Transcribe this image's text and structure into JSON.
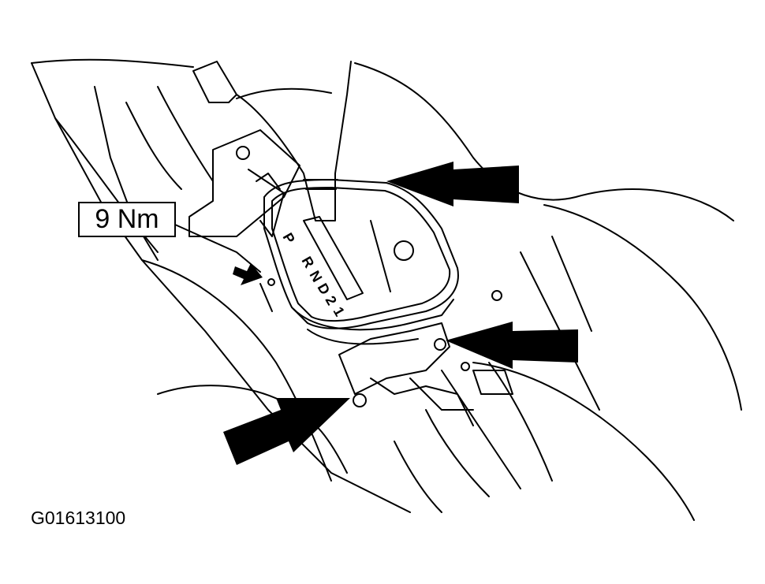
{
  "figure": {
    "torque_label": "9 Nm",
    "figure_id": "G01613100",
    "shift_pattern": [
      "P",
      "R",
      "N",
      "D",
      "2",
      "1"
    ]
  }
}
